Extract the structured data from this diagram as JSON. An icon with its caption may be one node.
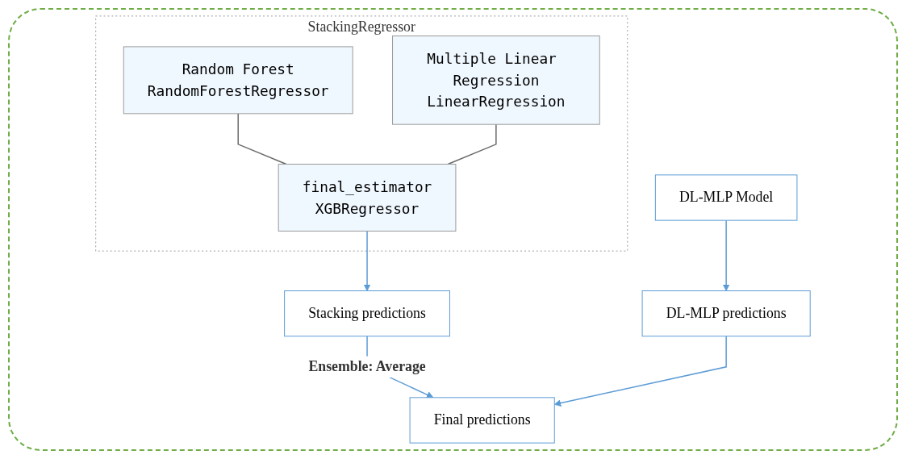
{
  "diagram": {
    "nodes": [
      {
        "text": [
          "StackingRegressor"
        ]
      },
      {
        "text": [
          "Random Forest",
          "RandomForestRegressor"
        ],
        "in": 0
      },
      {
        "text": [
          "Multiple Linear Regression",
          "LinearRegression"
        ],
        "in": 0
      },
      {
        "text": [
          "final_estimator",
          "XGBRegressor"
        ],
        "in": 0
      },
      {
        "text": [
          "DL-MLP Model"
        ]
      },
      {
        "text": [
          "Stacking predictions"
        ]
      },
      {
        "text": [
          "DL-MLP predictions"
        ]
      },
      {
        "text": [
          "Final predictions"
        ]
      }
    ],
    "edges": [
      {
        "from": 1,
        "to": 3,
        "arrow": "none",
        "color": "#696969"
      },
      {
        "from": 2,
        "to": 3,
        "arrow": "none",
        "color": "#696969"
      },
      {
        "from": 3,
        "to": 5,
        "arrow": "to"
      },
      {
        "from": 4,
        "to": 6,
        "arrow": "to"
      },
      {
        "from": 5,
        "to": 7,
        "arrow": "to",
        "label": "Ensemble: Average"
      },
      {
        "from": 6,
        "to": 7,
        "arrow": "to"
      }
    ]
  }
}
